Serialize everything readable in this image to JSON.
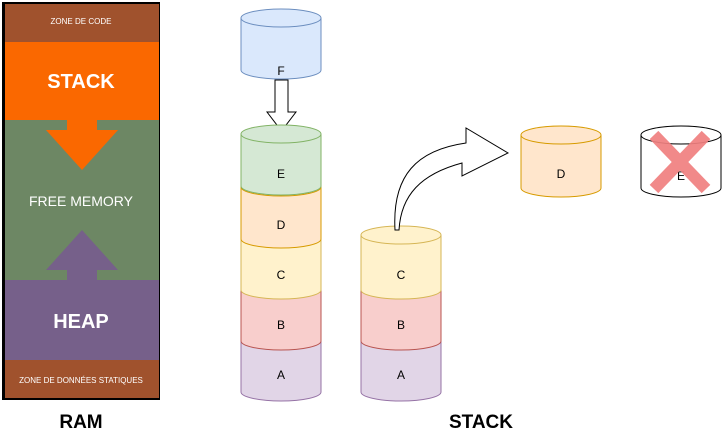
{
  "ram": {
    "caption": "RAM",
    "code_zone": "ZONE DE CODE",
    "stack": "STACK",
    "free_memory": "FREE MEMORY",
    "heap": "HEAP",
    "static_zone": "ZONE DE DONNÉES STATIQUES"
  },
  "stack_caption": "STACK",
  "push_stack": {
    "incoming": "F",
    "items": [
      "E",
      "D",
      "C",
      "B",
      "A"
    ]
  },
  "pop_stack": {
    "items": [
      "C",
      "B",
      "A"
    ],
    "popped": "D",
    "removed": "E"
  },
  "colors": {
    "code_zone": "#a0522d",
    "stack_region": "#fa6800",
    "free_region": "#6d8764",
    "heap_region": "#76608a",
    "blue": "#dae8fc",
    "green": "#d5e8d4",
    "orange": "#ffe6cc",
    "yellow": "#fff2cc",
    "red": "#f8cecc",
    "purple": "#e1d5e7",
    "cross": "#f08080"
  }
}
